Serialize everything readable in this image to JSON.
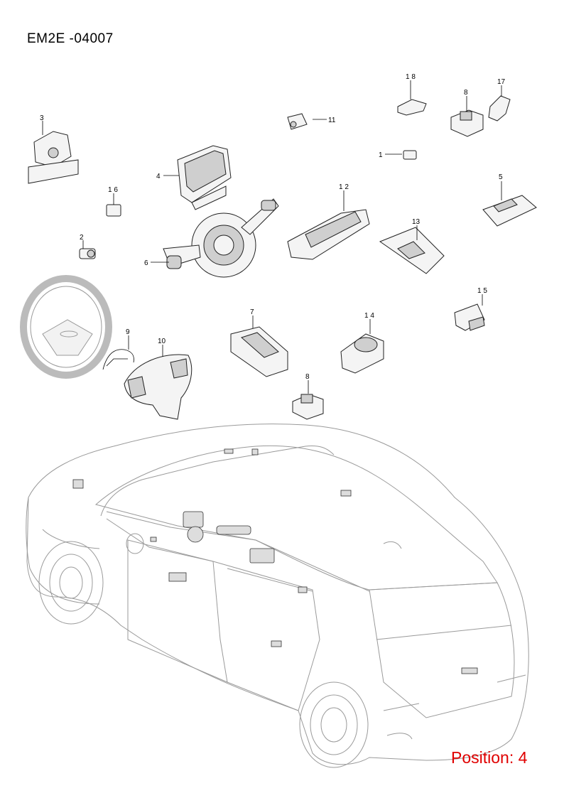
{
  "document_code": "EM2E -04007",
  "position_label": "Position: 4",
  "callouts": [
    {
      "id": "c1",
      "label": "1"
    },
    {
      "id": "c2",
      "label": "2"
    },
    {
      "id": "c3",
      "label": "3"
    },
    {
      "id": "c4",
      "label": "4"
    },
    {
      "id": "c5",
      "label": "5"
    },
    {
      "id": "c6",
      "label": "6"
    },
    {
      "id": "c7",
      "label": "7"
    },
    {
      "id": "c8a",
      "label": "8"
    },
    {
      "id": "c8b",
      "label": "8"
    },
    {
      "id": "c9",
      "label": "9"
    },
    {
      "id": "c10",
      "label": "10"
    },
    {
      "id": "c11",
      "label": "11"
    },
    {
      "id": "c12",
      "label": "1 2"
    },
    {
      "id": "c13",
      "label": "13"
    },
    {
      "id": "c14",
      "label": "1 4"
    },
    {
      "id": "c15",
      "label": "1 5"
    },
    {
      "id": "c16",
      "label": "1 6"
    },
    {
      "id": "c17",
      "label": "17"
    },
    {
      "id": "c18",
      "label": "1 8"
    }
  ],
  "colors": {
    "position_label": "#e00000",
    "text": "#000000",
    "vehicle_outline": "#9a9a9a"
  }
}
